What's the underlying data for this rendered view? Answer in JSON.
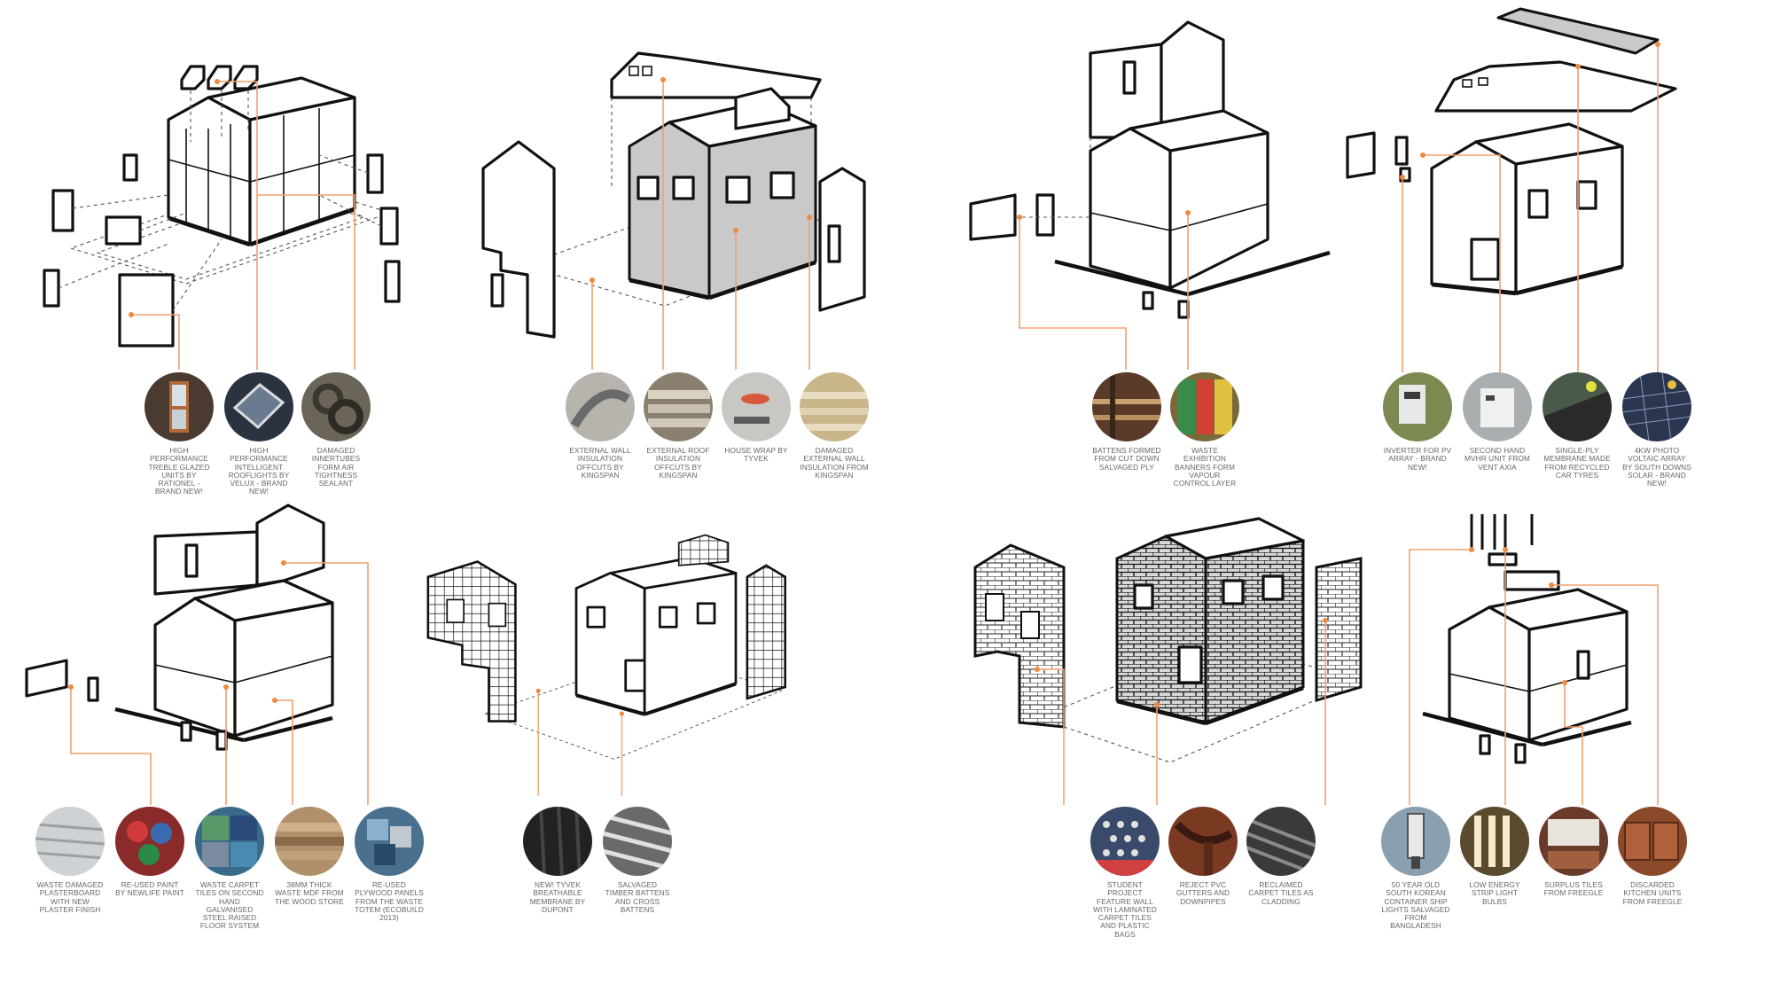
{
  "colors": {
    "line": "#111111",
    "leader": "#f0a070",
    "dot": "#f08a40",
    "caption": "#666666"
  },
  "panels": [
    {
      "id": "p1",
      "materials": [
        {
          "label": "HIGH PERFORMANCE TREBLE GLAZED UNITS BY RATIONEL - BRAND NEW!",
          "icon": "window-photo",
          "color": "#4a3a30"
        },
        {
          "label": "HIGH PERFORMANCE INTELLIGENT ROOFLIGHTS BY VELUX - BRAND NEW!",
          "icon": "rooflight-photo",
          "color": "#2c3340"
        },
        {
          "label": "DAMAGED INNERTUBES FORM AIR TIGHTNESS SEALANT",
          "icon": "innertube-photo",
          "color": "#6a6558"
        }
      ]
    },
    {
      "id": "p2",
      "materials": [
        {
          "label": "EXTERNAL WALL INSULATION OFFCUTS BY KINGSPAN",
          "icon": "insulation-photo",
          "color": "#b7b3ad"
        },
        {
          "label": "EXTERNAL ROOF INSULATION OFFCUTS BY KINGSPAN",
          "icon": "roof-insulation-photo",
          "color": "#8a8070"
        },
        {
          "label": "HOUSE WRAP BY TYVEK",
          "icon": "tyvek-photo",
          "color": "#c9c7c4"
        },
        {
          "label": "DAMAGED EXTERNAL WALL INSULATION FROM KINGSPAN",
          "icon": "damaged-insulation-photo",
          "color": "#c8b58a"
        }
      ]
    },
    {
      "id": "p3",
      "materials": [
        {
          "label": "BATTENS FORMED FROM CUT DOWN SALVAGED PLY",
          "icon": "battens-photo",
          "color": "#5a3a28"
        },
        {
          "label": "WASTE EXHIBITION BANNERS FORM VAPOUR CONTROL LAYER",
          "icon": "banner-photo",
          "color": "#7a6a3a"
        }
      ]
    },
    {
      "id": "p4",
      "materials": [
        {
          "label": "INVERTER FOR PV ARRAY - BRAND NEW!",
          "icon": "inverter-photo",
          "color": "#7a8a50"
        },
        {
          "label": "SECOND HAND MVHR UNIT FROM VENT AXIA",
          "icon": "mvhr-photo",
          "color": "#a9aeb0"
        },
        {
          "label": "SINGLE-PLY MEMBRANE MADE FROM RECYCLED CAR TYRES",
          "icon": "membrane-photo",
          "color": "#4a5a4a"
        },
        {
          "label": "4kw PHOTO VOLTAIC ARRAY BY SOUTH DOWNS SOLAR - BRAND NEW!",
          "icon": "pv-photo",
          "color": "#2a3550"
        }
      ]
    },
    {
      "id": "p5",
      "materials": [
        {
          "label": "WASTE DAMAGED PLASTERBOARD WITH NEW PLASTER FINISH",
          "icon": "plasterboard-photo",
          "color": "#cfd2d4"
        },
        {
          "label": "RE-USED PAINT BY NEWLIFE PAINT",
          "icon": "paint-photo",
          "color": "#8a2a2a"
        },
        {
          "label": "WASTE CARPET TILES ON SECOND HAND GALVANISED STEEL RAISED FLOOR SYSTEM",
          "icon": "carpet-tile-photo",
          "color": "#3a6a8a"
        },
        {
          "label": "38MM THICK WASTE MDF FROM THE WOOD STORE",
          "icon": "mdf-photo",
          "color": "#b0906a"
        },
        {
          "label": "RE-USED PLYWOOD PANELS FROM THE WASTE TOTEM (ECOBUILD 2013)",
          "icon": "plywood-photo",
          "color": "#4a7090"
        }
      ]
    },
    {
      "id": "p6",
      "materials": [
        {
          "label": "NEW! TYVEK BREATHABLE MEMBRANE BY DUPONT",
          "icon": "tyvek-membrane-photo",
          "color": "#222222"
        },
        {
          "label": "SALVAGED TIMBER BATTENS AND CROSS BATTENS",
          "icon": "timber-battens-photo",
          "color": "#6a6a6a"
        }
      ]
    },
    {
      "id": "p7",
      "materials": [
        {
          "label": "STUDENT PROJECT FEATURE WALL WITH LAMINATED CARPET TILES AND PLASTIC BAGS",
          "icon": "feature-wall-photo",
          "color": "#3a4a6a"
        },
        {
          "label": "REJECT PVC GUTTERS AND DOWNPIPES",
          "icon": "gutter-photo",
          "color": "#7a3a22"
        },
        {
          "label": "RECLAIMED CARPET TILES AS CLADDING",
          "icon": "cladding-photo",
          "color": "#3a3a3a"
        }
      ]
    },
    {
      "id": "p8",
      "materials": [
        {
          "label": "50 YEAR OLD SOUTH KOREAN CONTAINER SHIP LIGHTS SALVAGED FROM BANGLADESH",
          "icon": "ship-light-photo",
          "color": "#8aa0b0"
        },
        {
          "label": "LOW ENERGY STRIP LIGHT BULBS",
          "icon": "strip-light-photo",
          "color": "#5a4a30"
        },
        {
          "label": "SURPLUS TILES FROM FREEGLE",
          "icon": "tiles-photo",
          "color": "#6a3a2a"
        },
        {
          "label": "DISCARDED KITCHEN UNITS FROM FREEGLE",
          "icon": "kitchen-unit-photo",
          "color": "#8a4a2a"
        }
      ]
    }
  ]
}
